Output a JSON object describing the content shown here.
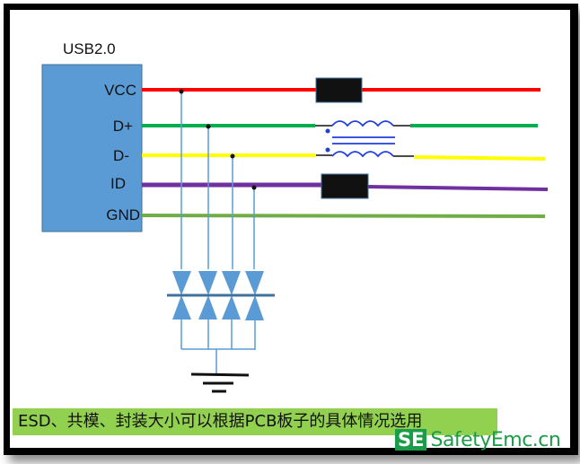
{
  "connector": {
    "title": "USB2.0",
    "pins": [
      {
        "name": "VCC",
        "color": "#ff0000"
      },
      {
        "name": "D+",
        "color": "#00b050"
      },
      {
        "name": "D-",
        "color": "#ffff00"
      },
      {
        "name": "ID",
        "color": "#7030a0"
      },
      {
        "name": "GND",
        "color": "#70ad47"
      }
    ],
    "body_color": "#5b9bd5"
  },
  "components": {
    "vcc_filter": "ferrite-bead",
    "data_filter": "common-mode-choke",
    "id_filter": "ferrite-bead",
    "esd_array": "tvs-diode-array",
    "ground": "ground-symbol"
  },
  "caption": {
    "text": "ESD、共模、封装大小可以根据PCB板子的具体情况选用",
    "background": "#92d050"
  },
  "watermark": {
    "badge": "SE",
    "text": "SafetyEmc.cn",
    "color": "#1a9c48"
  }
}
